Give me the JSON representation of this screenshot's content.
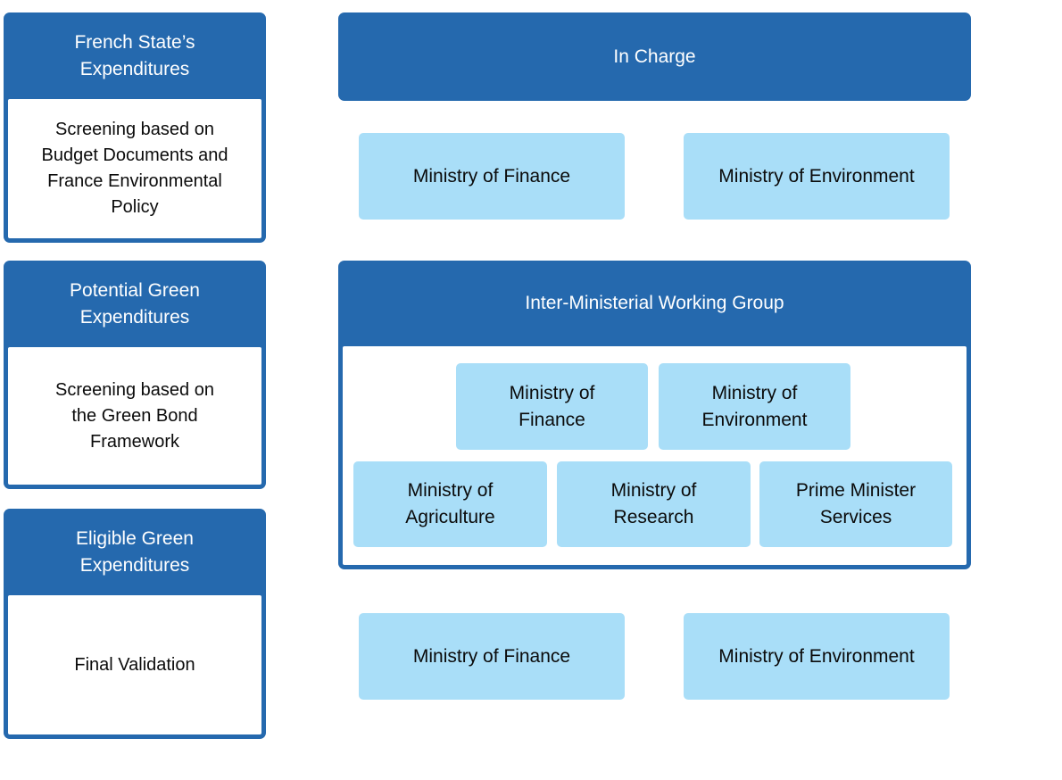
{
  "colors": {
    "primary_blue": "#2569AE",
    "light_blue": "#A9DEF8",
    "header_text": "#FFFFFF",
    "body_text": "#0B0B0B"
  },
  "left_column": {
    "stages": [
      {
        "header": "French State’s\nExpenditures",
        "body": "Screening based on\nBudget Documents and\nFrance Environmental\nPolicy"
      },
      {
        "header": "Potential Green\nExpenditures",
        "body": "Screening based on\nthe Green Bond\nFramework"
      },
      {
        "header": "Eligible Green\nExpenditures",
        "body": "Final Validation"
      }
    ]
  },
  "right_column": {
    "in_charge": "In Charge",
    "top_row": [
      "Ministry of Finance",
      "Ministry of Environment"
    ],
    "group": {
      "title": "Inter-Ministerial Working Group",
      "members": [
        "Ministry of\nFinance",
        "Ministry of\nEnvironment",
        "Ministry of\nAgriculture",
        "Ministry of\nResearch",
        "Prime Minister\nServices"
      ]
    },
    "bottom_row": [
      "Ministry of Finance",
      "Ministry of Environment"
    ]
  }
}
